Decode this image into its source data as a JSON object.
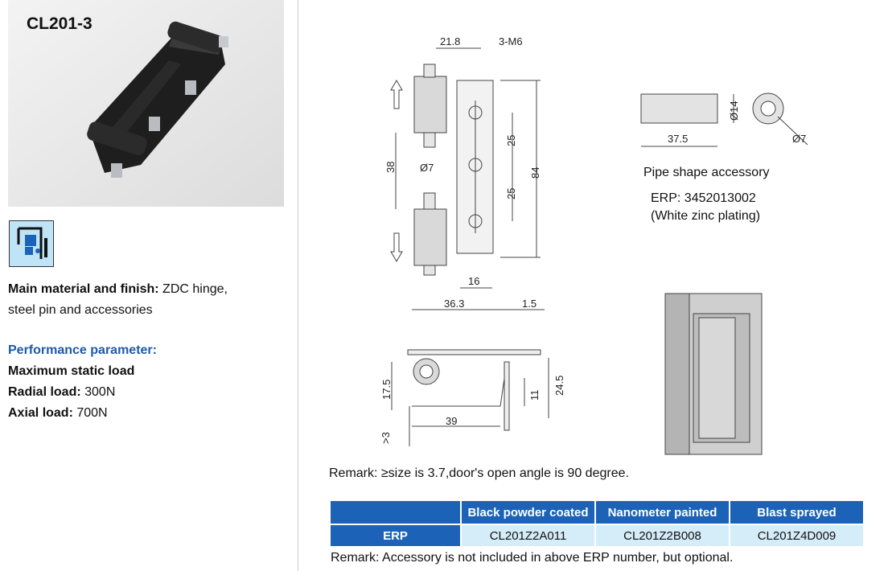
{
  "product": {
    "model": "CL201-3"
  },
  "material": {
    "label": "Main material and finish:",
    "value_line1": " ZDC hinge,",
    "value_line2": "steel pin and accessories"
  },
  "performance": {
    "title": "Performance parameter:",
    "max_static": "Maximum static load",
    "radial_label": "Radial load:",
    "radial_value": " 300N",
    "axial_label": "Axial load:",
    "axial_value": " 700N"
  },
  "drawing": {
    "dim_21_8": "21.8",
    "dim_3m6": "3-M6",
    "dim_38": "38",
    "dim_phi7": "Ø7",
    "dim_25a": "25",
    "dim_25b": "25",
    "dim_84": "84",
    "dim_16": "16",
    "dim_36_3": "36.3",
    "dim_1_5": "1.5",
    "dim_17_5": "17.5",
    "dim_24_5": "24.5",
    "dim_11": "11",
    "dim_39": "39",
    "dim_ge3": ">3",
    "pipe_phi14": "Ø14",
    "pipe_37_5": "37.5",
    "pipe_phi7": "Ø7"
  },
  "accessory": {
    "title": "Pipe shape accessory",
    "erp": "ERP: 3452013002",
    "finish": "(White zinc plating)"
  },
  "remark1": "Remark: ≥size is 3.7,door's open angle is 90 degree.",
  "table": {
    "headers": [
      "Black powder coated",
      "Nanometer painted",
      "Blast sprayed"
    ],
    "row_label": "ERP",
    "values": [
      "CL201Z2A011",
      "CL201Z2B008",
      "CL201Z4D009"
    ]
  },
  "remark2": "Remark: Accessory is not  included in above ERP number, but optional.",
  "colors": {
    "header_blue": "#1c63b7",
    "cell_light": "#d5ecf9",
    "perf_blue": "#1e5aa8"
  }
}
